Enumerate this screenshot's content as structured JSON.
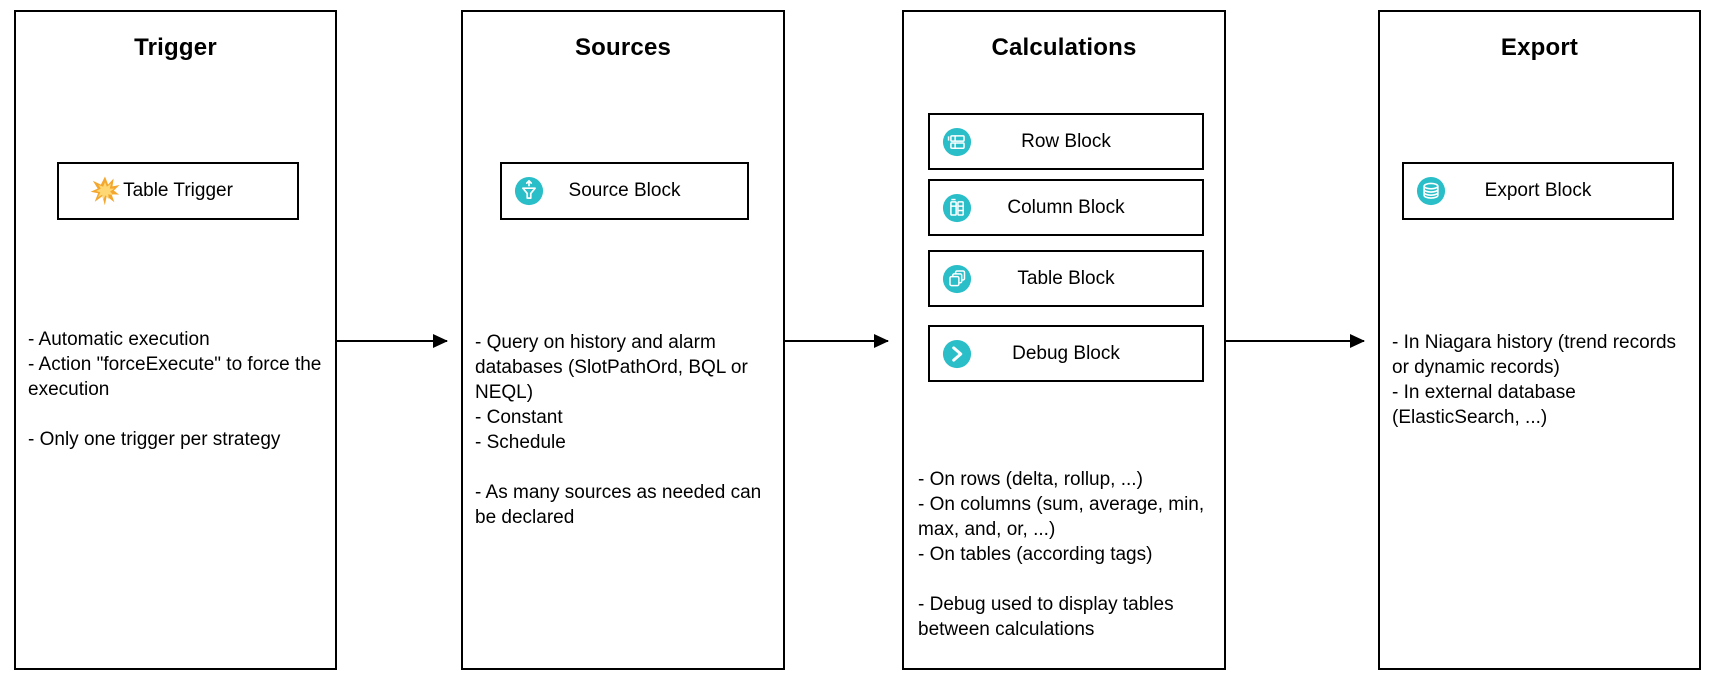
{
  "colors": {
    "teal": "#29BEC8",
    "orange": "#F3A72E",
    "orange_light": "#FFD873",
    "border": "#000000",
    "text": "#000000"
  },
  "columns": [
    {
      "title": "Trigger",
      "blocks": [
        {
          "label": "Table Trigger",
          "icon": "starburst-icon"
        }
      ],
      "note_groups": [
        [
          "- Automatic execution",
          "- Action \"forceExecute\" to force the execution"
        ],
        [
          "- Only one trigger per strategy"
        ]
      ]
    },
    {
      "title": "Sources",
      "blocks": [
        {
          "label": "Source Block",
          "icon": "funnel-icon"
        }
      ],
      "note_groups": [
        [
          "- Query on history and alarm databases (SlotPathOrd, BQL or NEQL)",
          "- Constant",
          "- Schedule"
        ],
        [
          "- As many sources as needed can be declared"
        ]
      ]
    },
    {
      "title": "Calculations",
      "blocks": [
        {
          "label": "Row Block",
          "icon": "row-grid-icon"
        },
        {
          "label": "Column Block",
          "icon": "column-grid-icon"
        },
        {
          "label": "Table Block",
          "icon": "stacked-tables-icon"
        },
        {
          "label": "Debug Block",
          "icon": "chevron-right-icon"
        }
      ],
      "note_groups": [
        [
          "- On rows (delta, rollup, ...)",
          "- On columns (sum, average, min, max, and, or, ...)",
          "- On tables (according tags)"
        ],
        [
          "- Debug used to display tables between calculations"
        ]
      ]
    },
    {
      "title": "Export",
      "blocks": [
        {
          "label": "Export Block",
          "icon": "database-icon"
        }
      ],
      "note_groups": [
        [
          "- In Niagara history (trend records or dynamic records)",
          "- In external database (ElasticSearch, ...)"
        ]
      ]
    }
  ]
}
